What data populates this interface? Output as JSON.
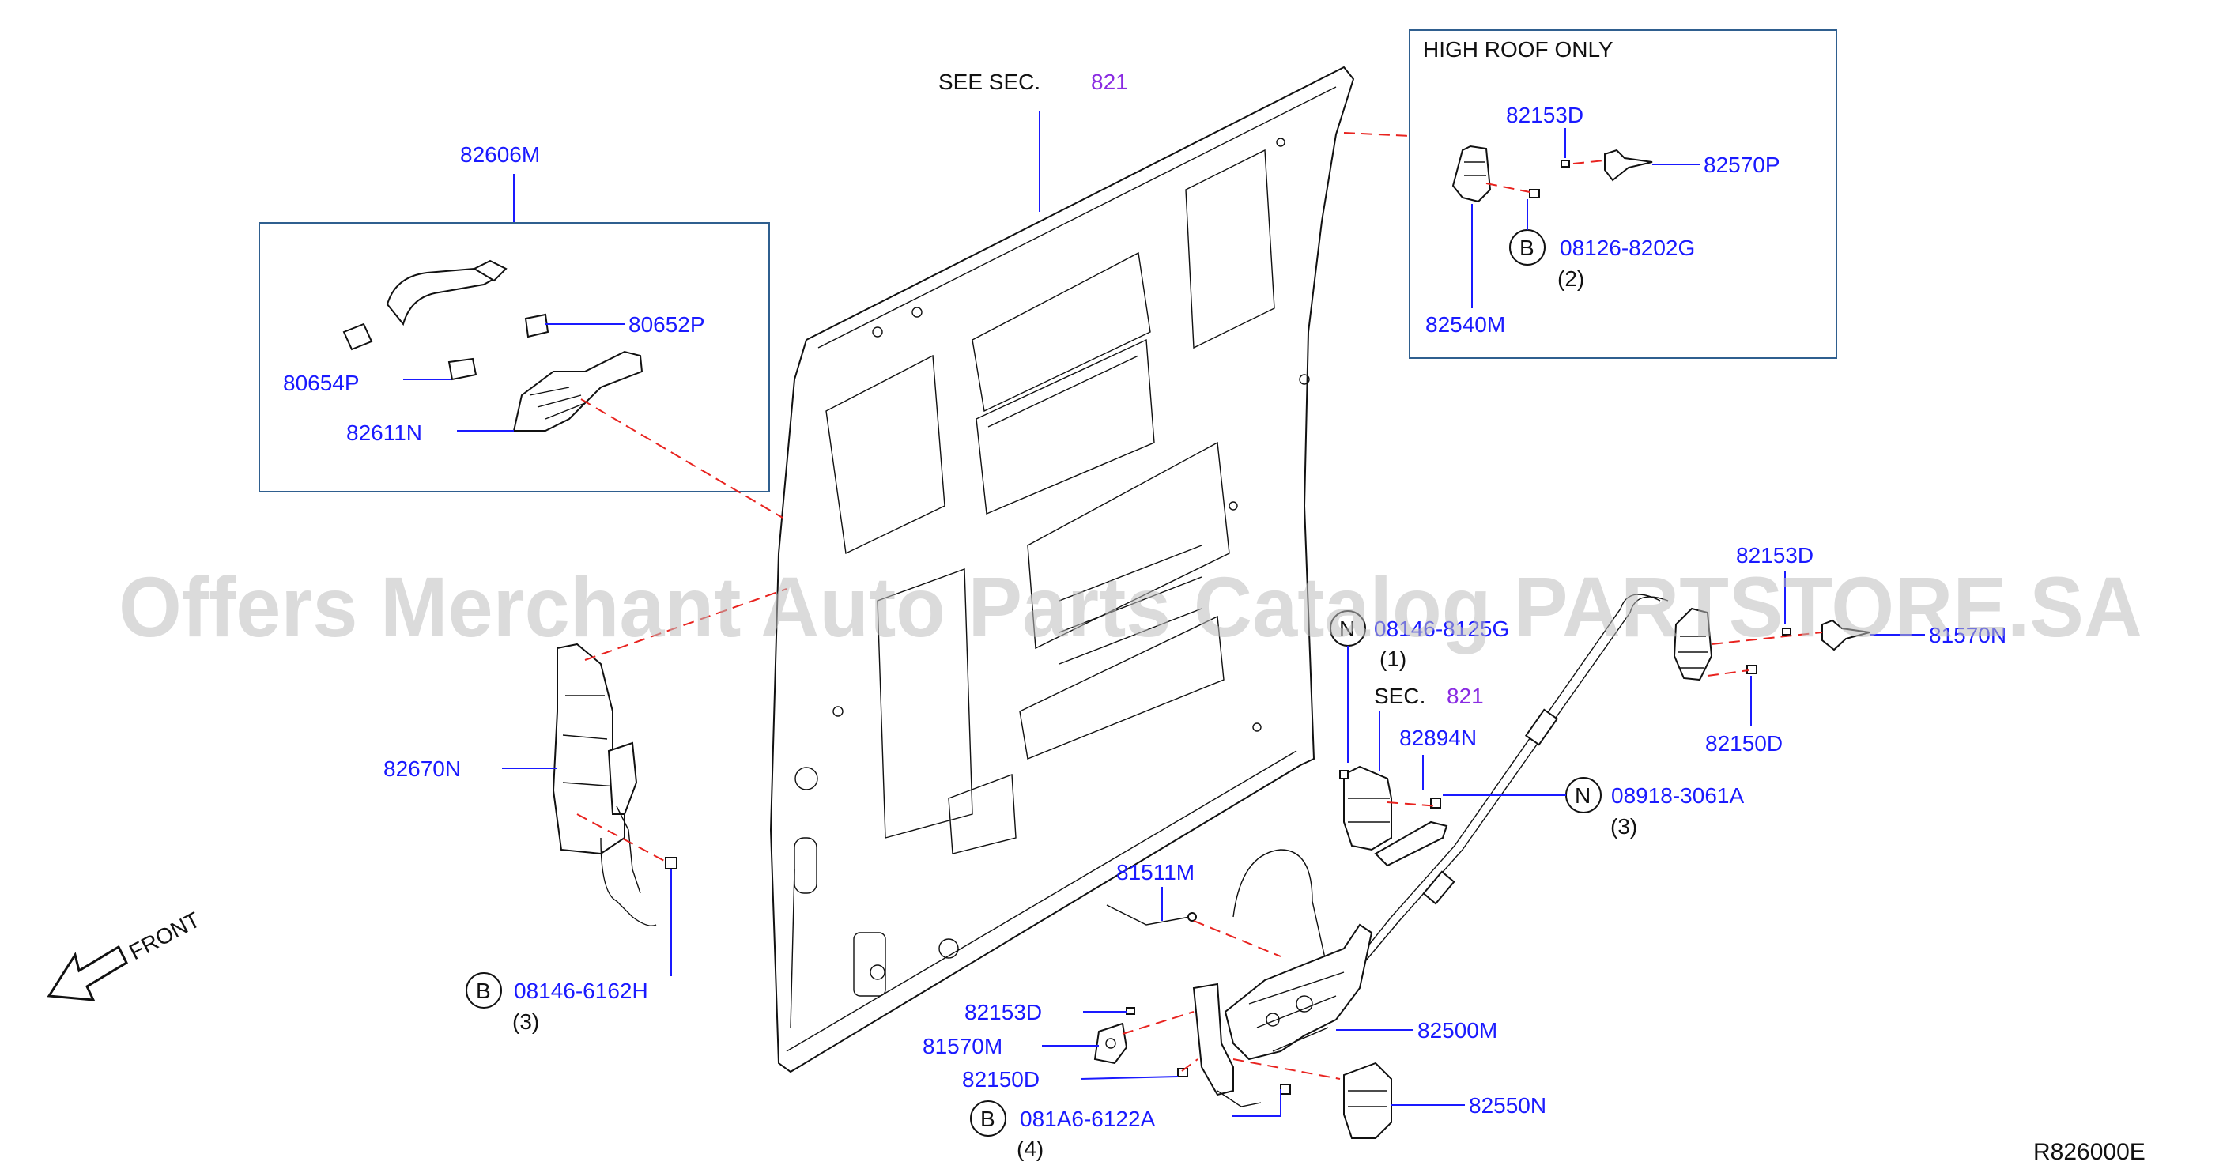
{
  "texts": {
    "see_sec": "SEE   SEC.",
    "see_sec_num": "821",
    "sec": "SEC.",
    "sec_num": "821",
    "high_roof_only": "HIGH   ROOF   ONLY",
    "front": "FRONT",
    "ref_code": "R826000E",
    "watermark": "Offers Merchant Auto Parts Catalog PARTSTORE.SA"
  },
  "callouts": [
    {
      "id": "82606M",
      "label": "82606M"
    },
    {
      "id": "80652P",
      "label": "80652P"
    },
    {
      "id": "80654P",
      "label": "80654P"
    },
    {
      "id": "82611N",
      "label": "82611N"
    },
    {
      "id": "82153D_top",
      "label": "82153D"
    },
    {
      "id": "82570P",
      "label": "82570P"
    },
    {
      "id": "08126_8202G",
      "label": "08126-8202G"
    },
    {
      "id": "82540M",
      "label": "82540M"
    },
    {
      "id": "82153D_right",
      "label": "82153D"
    },
    {
      "id": "81570N",
      "label": "81570N"
    },
    {
      "id": "82150D_right",
      "label": "82150D"
    },
    {
      "id": "08146_8125G",
      "label": "08146-8125G"
    },
    {
      "id": "82894N",
      "label": "82894N"
    },
    {
      "id": "08918_3061A",
      "label": "08918-3061A"
    },
    {
      "id": "82670N",
      "label": "82670N"
    },
    {
      "id": "08146_6162H",
      "label": "08146-6162H"
    },
    {
      "id": "81511M",
      "label": "81511M"
    },
    {
      "id": "82153D_bottom",
      "label": "82153D"
    },
    {
      "id": "81570M",
      "label": "81570M"
    },
    {
      "id": "82150D_bottom",
      "label": "82150D"
    },
    {
      "id": "82500M",
      "label": "82500M"
    },
    {
      "id": "081A6_6122A",
      "label": "081A6-6122A"
    },
    {
      "id": "82550N",
      "label": "82550N"
    }
  ],
  "badges": [
    {
      "id": "b_08126",
      "letter": "B"
    },
    {
      "id": "n_08146",
      "letter": "N"
    },
    {
      "id": "n_08918",
      "letter": "N"
    },
    {
      "id": "b_08146",
      "letter": "B"
    },
    {
      "id": "b_081A6",
      "letter": "B"
    }
  ],
  "quantities": [
    {
      "id": "q_08126",
      "text": "(2)"
    },
    {
      "id": "q_08146_n",
      "text": "(1)"
    },
    {
      "id": "q_08918",
      "text": "(3)"
    },
    {
      "id": "q_08146_b",
      "text": "(3)"
    },
    {
      "id": "q_081A6",
      "text": "(4)"
    }
  ]
}
